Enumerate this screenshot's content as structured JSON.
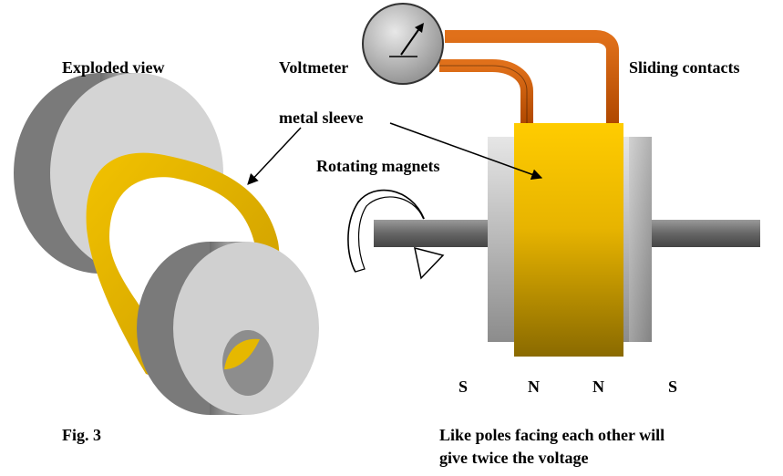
{
  "labels": {
    "exploded_view": "Exploded view",
    "voltmeter": "Voltmeter",
    "sliding_contacts": "Sliding contacts",
    "metal_sleeve": "metal sleeve",
    "rotating_magnets": "Rotating magnets",
    "fig": "Fig. 3",
    "caption_line1": "Like poles facing each other will",
    "caption_line2": "give twice the voltage"
  },
  "poles": [
    "S",
    "N",
    "N",
    "S"
  ],
  "colors": {
    "gold": "#ffcc00",
    "gold_dark": "#8a6a00",
    "magnet_light": "#d9d9d9",
    "magnet_dark": "#808080",
    "wire": "#cc5500",
    "meter_body": "#b3b3b3"
  }
}
